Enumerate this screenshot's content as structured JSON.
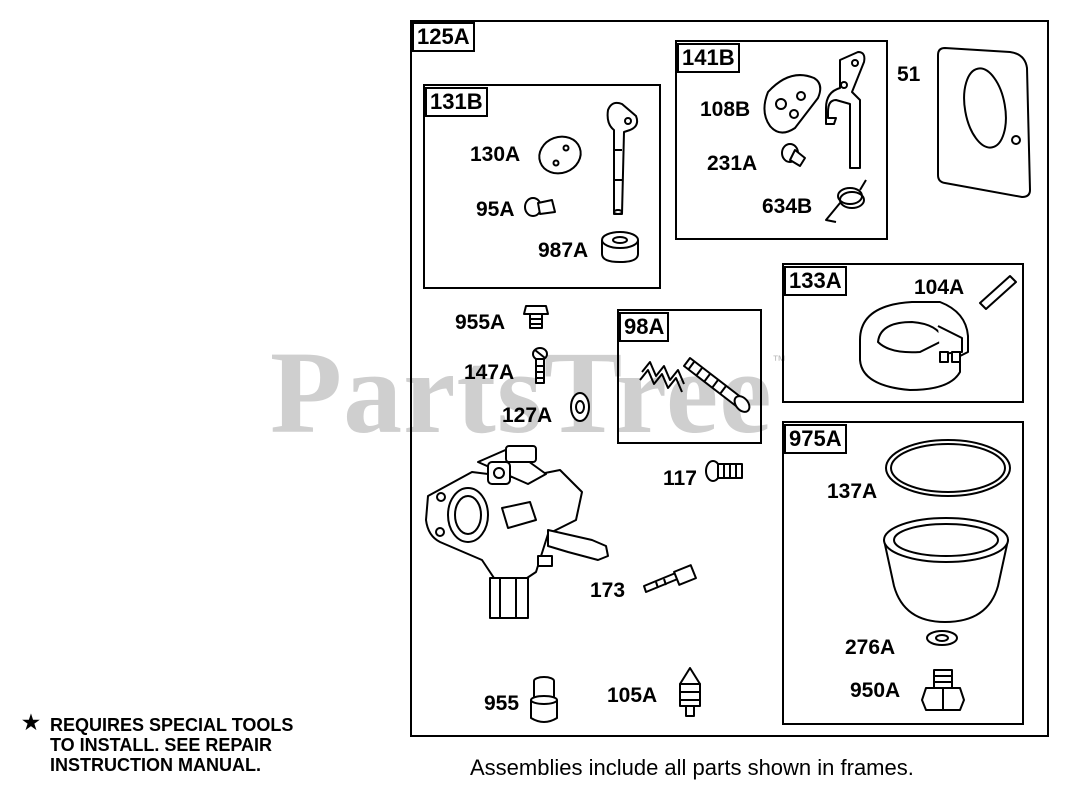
{
  "watermark": {
    "text": "PartsTree",
    "tm": "™"
  },
  "frames": {
    "f125a": "125A",
    "f131b": "131B",
    "f141b": "141B",
    "f133a": "133A",
    "f98a": "98A",
    "f975a": "975A"
  },
  "parts": {
    "p51": "51",
    "p108b": "108B",
    "p231a": "231A",
    "p634b": "634B",
    "p130a": "130A",
    "p95a": "95A",
    "p987a": "987A",
    "p104a": "104A",
    "p955a": "955A",
    "p147a": "147A",
    "p127a": "127A",
    "p117": "117",
    "p173": "173",
    "p955": "955",
    "p105a": "105A",
    "p137a": "137A",
    "p276a": "276A",
    "p950a": "950A"
  },
  "note": {
    "line1": "REQUIRES SPECIAL TOOLS",
    "line2": "TO INSTALL.  SEE REPAIR",
    "line3": "INSTRUCTION MANUAL."
  },
  "caption": "Assemblies include all parts shown in frames."
}
